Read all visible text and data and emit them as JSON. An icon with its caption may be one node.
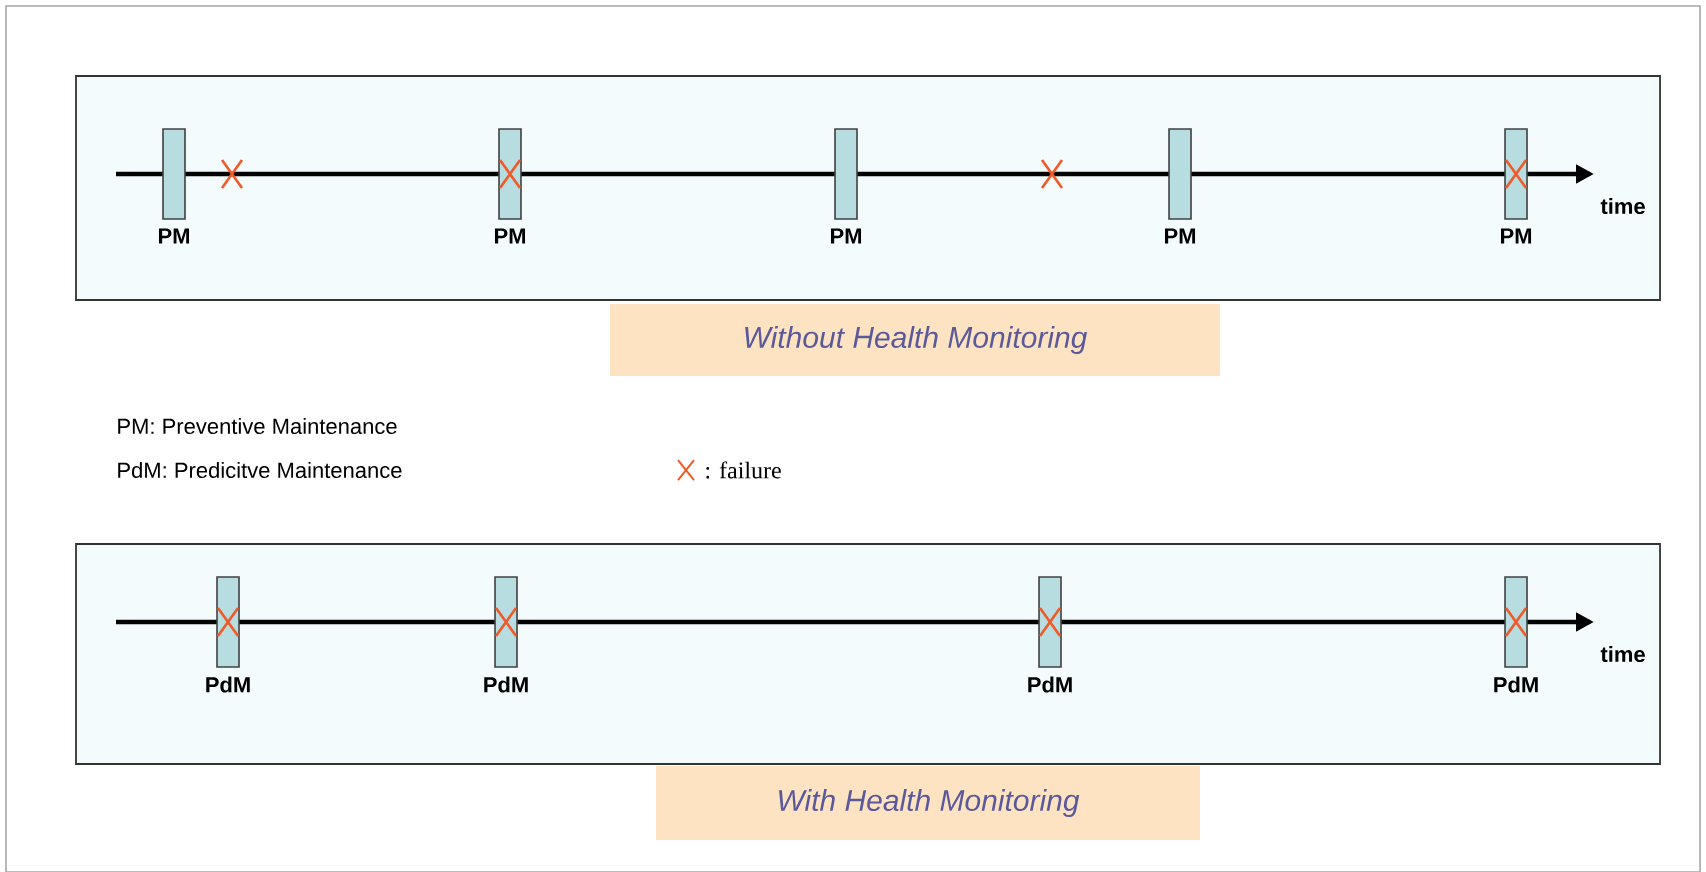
{
  "diagram": {
    "nodes": [
      {
        "text": [],
        "shape": "box"
      },
      {
        "text": [
          "PM"
        ],
        "in": 0
      },
      {
        "text": [
          "PM"
        ],
        "in": 0
      },
      {
        "text": [
          "PM"
        ],
        "in": 0
      },
      {
        "text": [
          "PM"
        ],
        "in": 0
      },
      {
        "text": [
          "PM"
        ],
        "in": 0
      },
      {
        "text": [
          "Without Health Monitoring"
        ]
      },
      {
        "text": [],
        "shape": "box"
      },
      {
        "text": [
          "PdM"
        ],
        "in": 7
      },
      {
        "text": [
          "PdM"
        ],
        "in": 7
      },
      {
        "text": [
          "PdM"
        ],
        "in": 7
      },
      {
        "text": [
          "PdM"
        ],
        "in": 7
      },
      {
        "text": [
          "With Health Monitoring"
        ]
      }
    ],
    "labels": [
      "time",
      "PM: Preventive Maintenance",
      "PdM: Predicitve Maintenance",
      "time"
    ],
    "legend": [
      {
        "text": ": failure"
      }
    ]
  }
}
